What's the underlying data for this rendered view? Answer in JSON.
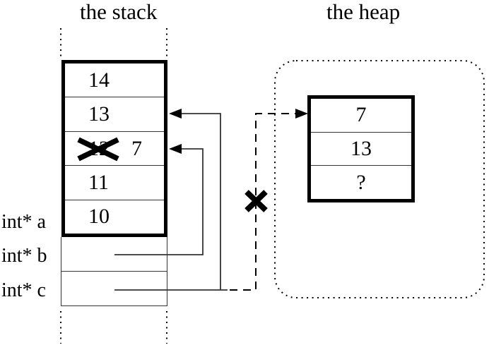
{
  "titles": {
    "stack": "the stack",
    "heap": "the heap"
  },
  "colors": {
    "ink": "#000000",
    "thin_line": "#333333",
    "background": "#ffffff"
  },
  "stack": {
    "cells": [
      {
        "value": "14"
      },
      {
        "value": "13"
      },
      {
        "value": "12",
        "crossed_out": true,
        "new_value": "7"
      },
      {
        "value": "11"
      },
      {
        "value": "10"
      }
    ]
  },
  "variables": [
    {
      "label": "int* a"
    },
    {
      "label": "int* b"
    },
    {
      "label": "int* c"
    }
  ],
  "heap": {
    "cells": [
      {
        "value": "7"
      },
      {
        "value": "13"
      },
      {
        "value": "?"
      }
    ]
  },
  "icons": {
    "cross": "✕",
    "arrow_left": "◀",
    "arrow_right": "▶"
  }
}
